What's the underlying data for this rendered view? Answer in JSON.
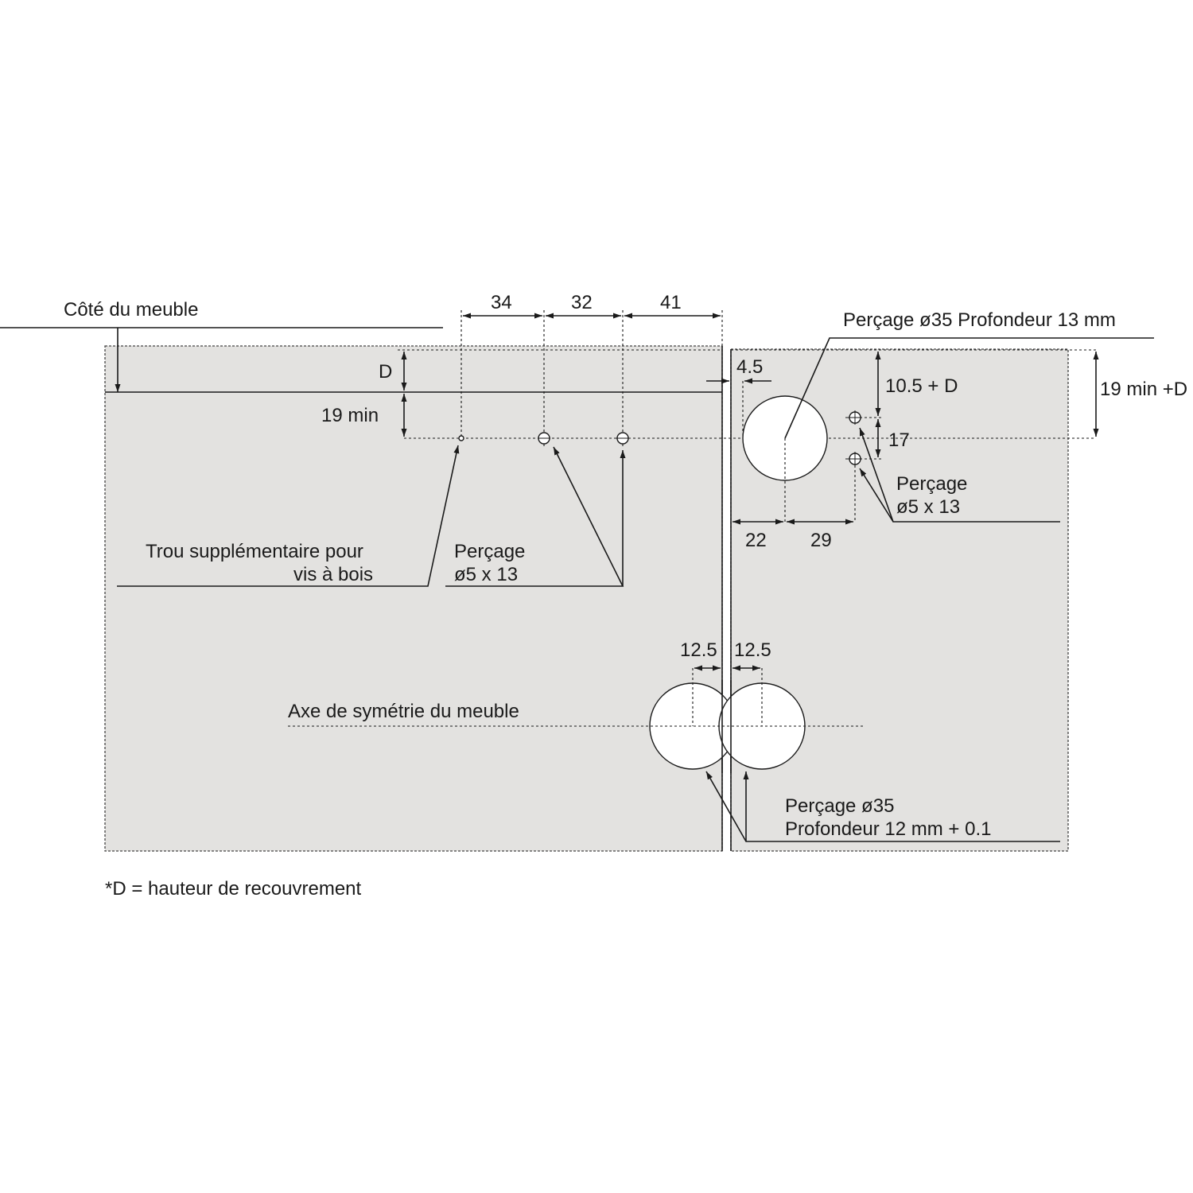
{
  "colors": {
    "background": "#ffffff",
    "panel_fill": "#e3e2e0",
    "line": "#1a1a1a"
  },
  "labels": {
    "cote_du_meuble": "Côté du meuble",
    "dim_34": "34",
    "dim_32": "32",
    "dim_41": "41",
    "cup_drilling_title": "Perçage ø35 Profondeur 13 mm",
    "dim_d": "D",
    "dim_19_min": "19 min",
    "dim_4_5": "4.5",
    "dim_10_5_d": "10.5 + D",
    "dim_19_min_d": "19 min +D",
    "dim_17": "17",
    "right_drilling_line1": "Perçage",
    "right_drilling_line2": "ø5 x 13",
    "dim_22": "22",
    "dim_29": "29",
    "extra_hole_line1": "Trou supplémentaire pour",
    "extra_hole_line2": "vis à bois",
    "left_drilling_line1": "Perçage",
    "left_drilling_line2": "ø5 x 13",
    "dim_12_5_left": "12.5",
    "dim_12_5_right": "12.5",
    "symmetry_axis": "Axe de symétrie du meuble",
    "bottom_drilling_line1": "Perçage ø35",
    "bottom_drilling_line2": "Profondeur 12 mm + 0.1",
    "footnote": "*D = hauteur de recouvrement"
  }
}
